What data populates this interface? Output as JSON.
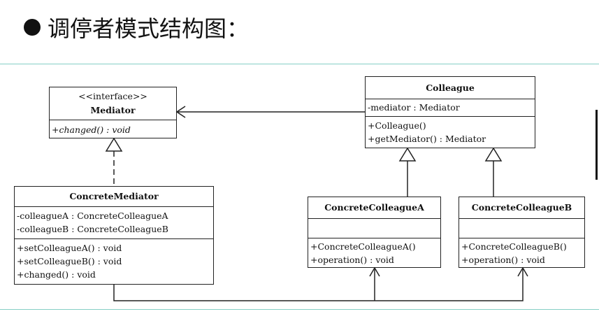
{
  "slide": {
    "title": "调停者模式结构图："
  },
  "diagram": {
    "classes": {
      "mediator": {
        "stereotype": "<<interface>>",
        "name": "Mediator",
        "methods": [
          "+changed() : void"
        ]
      },
      "colleague": {
        "name": "Colleague",
        "attributes": [
          "-mediator : Mediator"
        ],
        "methods": [
          "+Colleague()",
          "+getMediator() : Mediator"
        ]
      },
      "concrete_mediator": {
        "name": "ConcreteMediator",
        "attributes": [
          "-colleagueA : ConcreteColleagueA",
          "-colleagueB : ConcreteColleagueB"
        ],
        "methods": [
          "+setColleagueA() : void",
          "+setColleagueB() : void",
          "+changed() : void"
        ]
      },
      "concrete_colleague_a": {
        "name": "ConcreteColleagueA",
        "attributes": [],
        "methods": [
          "+ConcreteColleagueA()",
          "+operation() : void"
        ]
      },
      "concrete_colleague_b": {
        "name": "ConcreteColleagueB",
        "attributes": [],
        "methods": [
          "+ConcreteColleagueB()",
          "+operation() : void"
        ]
      }
    },
    "relationships": [
      {
        "from": "Colleague",
        "to": "Mediator",
        "type": "association"
      },
      {
        "from": "ConcreteMediator",
        "to": "Mediator",
        "type": "realization"
      },
      {
        "from": "ConcreteColleagueA",
        "to": "Colleague",
        "type": "generalization"
      },
      {
        "from": "ConcreteColleagueB",
        "to": "Colleague",
        "type": "generalization"
      },
      {
        "from": "ConcreteMediator",
        "to": "ConcreteColleagueA",
        "type": "association"
      },
      {
        "from": "ConcreteMediator",
        "to": "ConcreteColleagueB",
        "type": "association"
      }
    ]
  }
}
